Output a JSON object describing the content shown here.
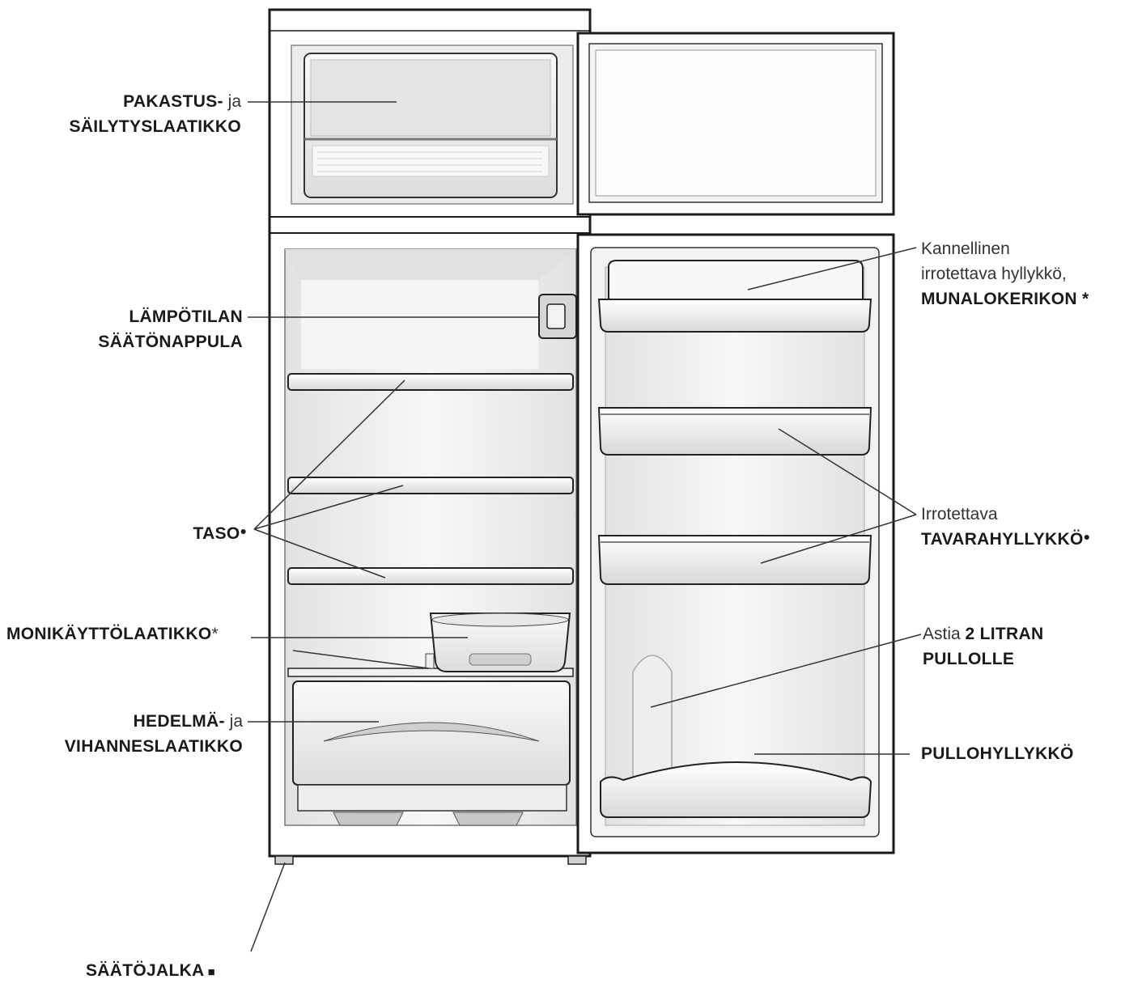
{
  "labels": {
    "freezer_box": {
      "bold1": "PAKASTUS-",
      "normal1": " ja",
      "bold2": "SÄILYTYSLAATIKKO"
    },
    "thermostat": {
      "bold1": "LÄMPÖTILAN",
      "bold2": "SÄÄTÖNAPPULA"
    },
    "shelf": {
      "bold": "TASO",
      "mark": "●"
    },
    "multi_box": {
      "bold": "MONIKÄYTTÖLAATIKKO",
      "mark": "*"
    },
    "crisper": {
      "bold1": "HEDELMÄ-",
      "normal1": " ja",
      "bold2": "VIHANNESLAATIKKO"
    },
    "foot": {
      "bold": "SÄÄTÖJALKA",
      "mark": " ■"
    },
    "egg_shelf": {
      "line1": "Kannellinen",
      "line2": "irrotettava hyllykkö,",
      "bold": "MUNALOKERIKON",
      "mark": " *"
    },
    "door_shelf": {
      "line1": "Irrotettava",
      "bold": "TAVARAHYLLYKKÖ",
      "mark": "●"
    },
    "bottle_holder": {
      "normal": "Astia ",
      "bold1": "2 LITRAN",
      "bold2": "PULLOLLE"
    },
    "bottle_shelf": {
      "bold": "PULLOHYLLYKKÖ"
    }
  },
  "colors": {
    "outline": "#1a1a1a",
    "fill_light": "#f4f4f4",
    "fill_mid": "#e6e6e6",
    "fill_dark": "#cfcfcf"
  }
}
